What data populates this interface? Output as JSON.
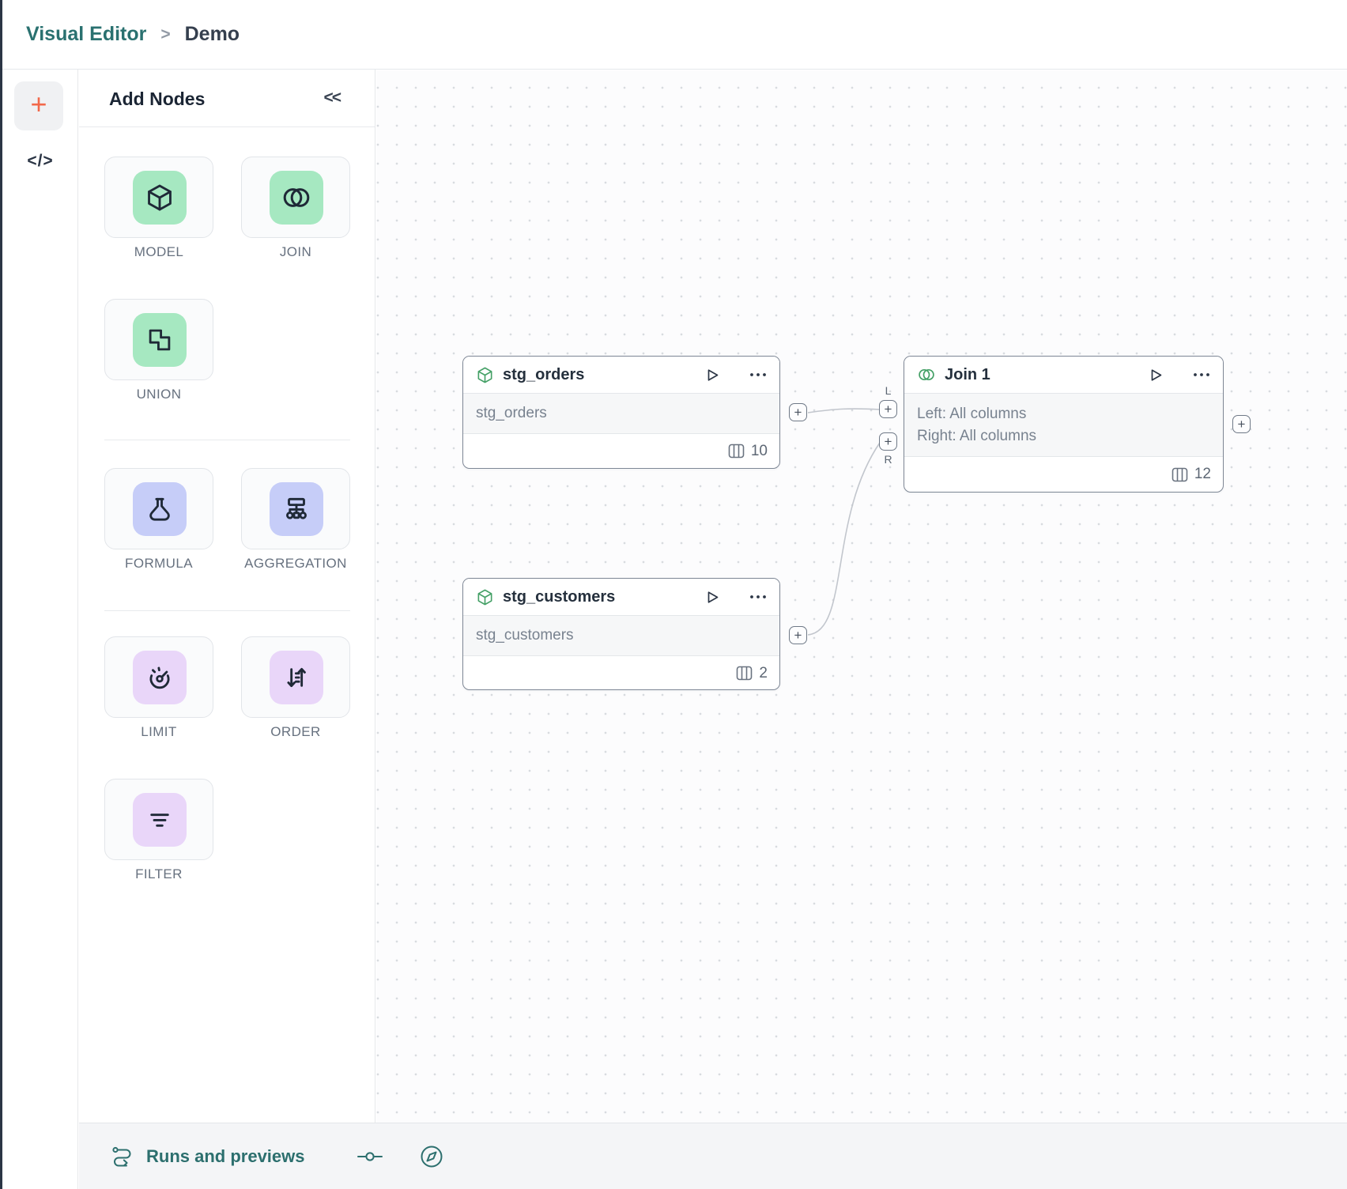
{
  "header": {
    "app_name": "Visual Editor",
    "separator": ">",
    "page_name": "Demo"
  },
  "rail": {
    "add_button": "+",
    "code_button": "</>"
  },
  "panel": {
    "title": "Add Nodes",
    "collapse_glyph": "<<",
    "items": [
      {
        "label": "MODEL",
        "icon": "model-cube-icon",
        "color_group": "green"
      },
      {
        "label": "JOIN",
        "icon": "join-circles-icon",
        "color_group": "green"
      },
      {
        "label": "UNION",
        "icon": "union-squares-icon",
        "color_group": "green"
      },
      {
        "label": "FORMULA",
        "icon": "flask-icon",
        "color_group": "periwinkle"
      },
      {
        "label": "AGGREGATION",
        "icon": "aggregation-tree-icon",
        "color_group": "periwinkle"
      },
      {
        "label": "LIMIT",
        "icon": "gauge-icon",
        "color_group": "lilac"
      },
      {
        "label": "ORDER",
        "icon": "sort-arrows-icon",
        "color_group": "lilac"
      },
      {
        "label": "FILTER",
        "icon": "filter-lines-icon",
        "color_group": "lilac"
      }
    ]
  },
  "canvas": {
    "nodes": [
      {
        "title": "stg_orders",
        "icon": "cube-icon",
        "body_lines": [
          "stg_orders"
        ],
        "column_count": "10"
      },
      {
        "title": "stg_customers",
        "icon": "cube-icon",
        "body_lines": [
          "stg_customers"
        ],
        "column_count": "2"
      },
      {
        "title": "Join 1",
        "icon": "join-circles-icon",
        "body_lines": [
          "Left: All columns",
          "Right: All columns"
        ],
        "column_count": "12"
      }
    ],
    "ports": {
      "plus_glyph": "+",
      "left_label": "L",
      "right_label": "R"
    },
    "edges": [
      {
        "from": "stg_orders",
        "to": "Join 1",
        "to_port": "L"
      },
      {
        "from": "stg_customers",
        "to": "Join 1",
        "to_port": "R"
      }
    ]
  },
  "bottom_bar": {
    "runs_label": "Runs and previews"
  },
  "colors": {
    "brand_teal": "#2a7170",
    "accent_orange": "#f2684a",
    "mint_green": "#a6e8c1",
    "periwinkle": "#c6cdf8",
    "lilac": "#e9d6f9",
    "node_border": "#7e8795",
    "icon_stroke": "#1f2937",
    "edge_line": "#c2c6cd"
  }
}
